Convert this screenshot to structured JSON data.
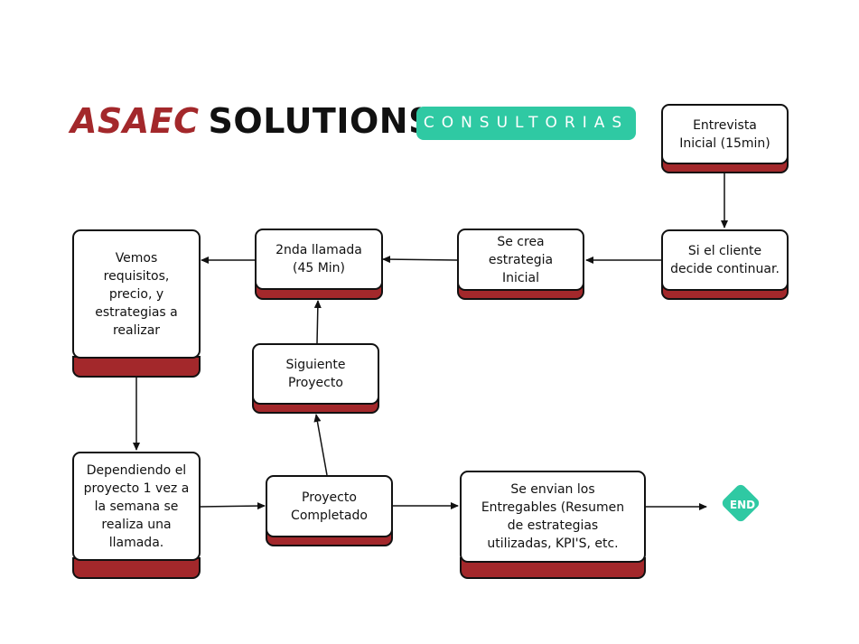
{
  "header": {
    "brand": "ASAEC",
    "rest": "SOLUTIONS",
    "badge": "CONSULTORIAS"
  },
  "nodes": {
    "entrevista": "Entrevista\nInicial (15min)",
    "cliente": "Si el  cliente\ndecide continuar.",
    "estrategia": "Se crea\nestrategia\nInicial",
    "llamada2": "2nda llamada\n(45 Min)",
    "vemos": "Vemos\nrequisitos,\nprecio, y\nestrategias a\nrealizar",
    "siguiente": "Siguiente\nProyecto",
    "dependiendo": "Dependiendo el\nproyecto 1 vez a\nla semana se\nrealiza una\nllamada.",
    "completado": "Proyecto\nCompletado",
    "entregables": "Se envian los\nEntregables (Resumen\nde estrategias\nutilizadas, KPI'S, etc.",
    "end": "END"
  },
  "colors": {
    "brand": "#a3282b",
    "accent": "#2fc9a3",
    "ink": "#111111"
  }
}
